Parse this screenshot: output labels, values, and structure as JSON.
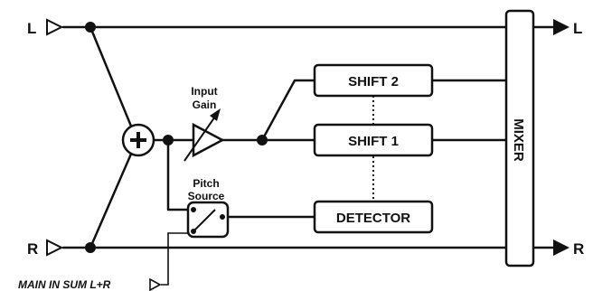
{
  "inputs": {
    "left": "L",
    "right": "R"
  },
  "outputs": {
    "left": "L",
    "right": "R"
  },
  "blocks": {
    "shift2": "SHIFT 2",
    "shift1": "SHIFT 1",
    "detector": "DETECTOR",
    "mixer": "MIXER"
  },
  "labels": {
    "input_gain_line1": "Input",
    "input_gain_line2": "Gain",
    "pitch_source_line1": "Pitch",
    "pitch_source_line2": "Source",
    "main_in_sum": "MAIN IN SUM L+R"
  }
}
